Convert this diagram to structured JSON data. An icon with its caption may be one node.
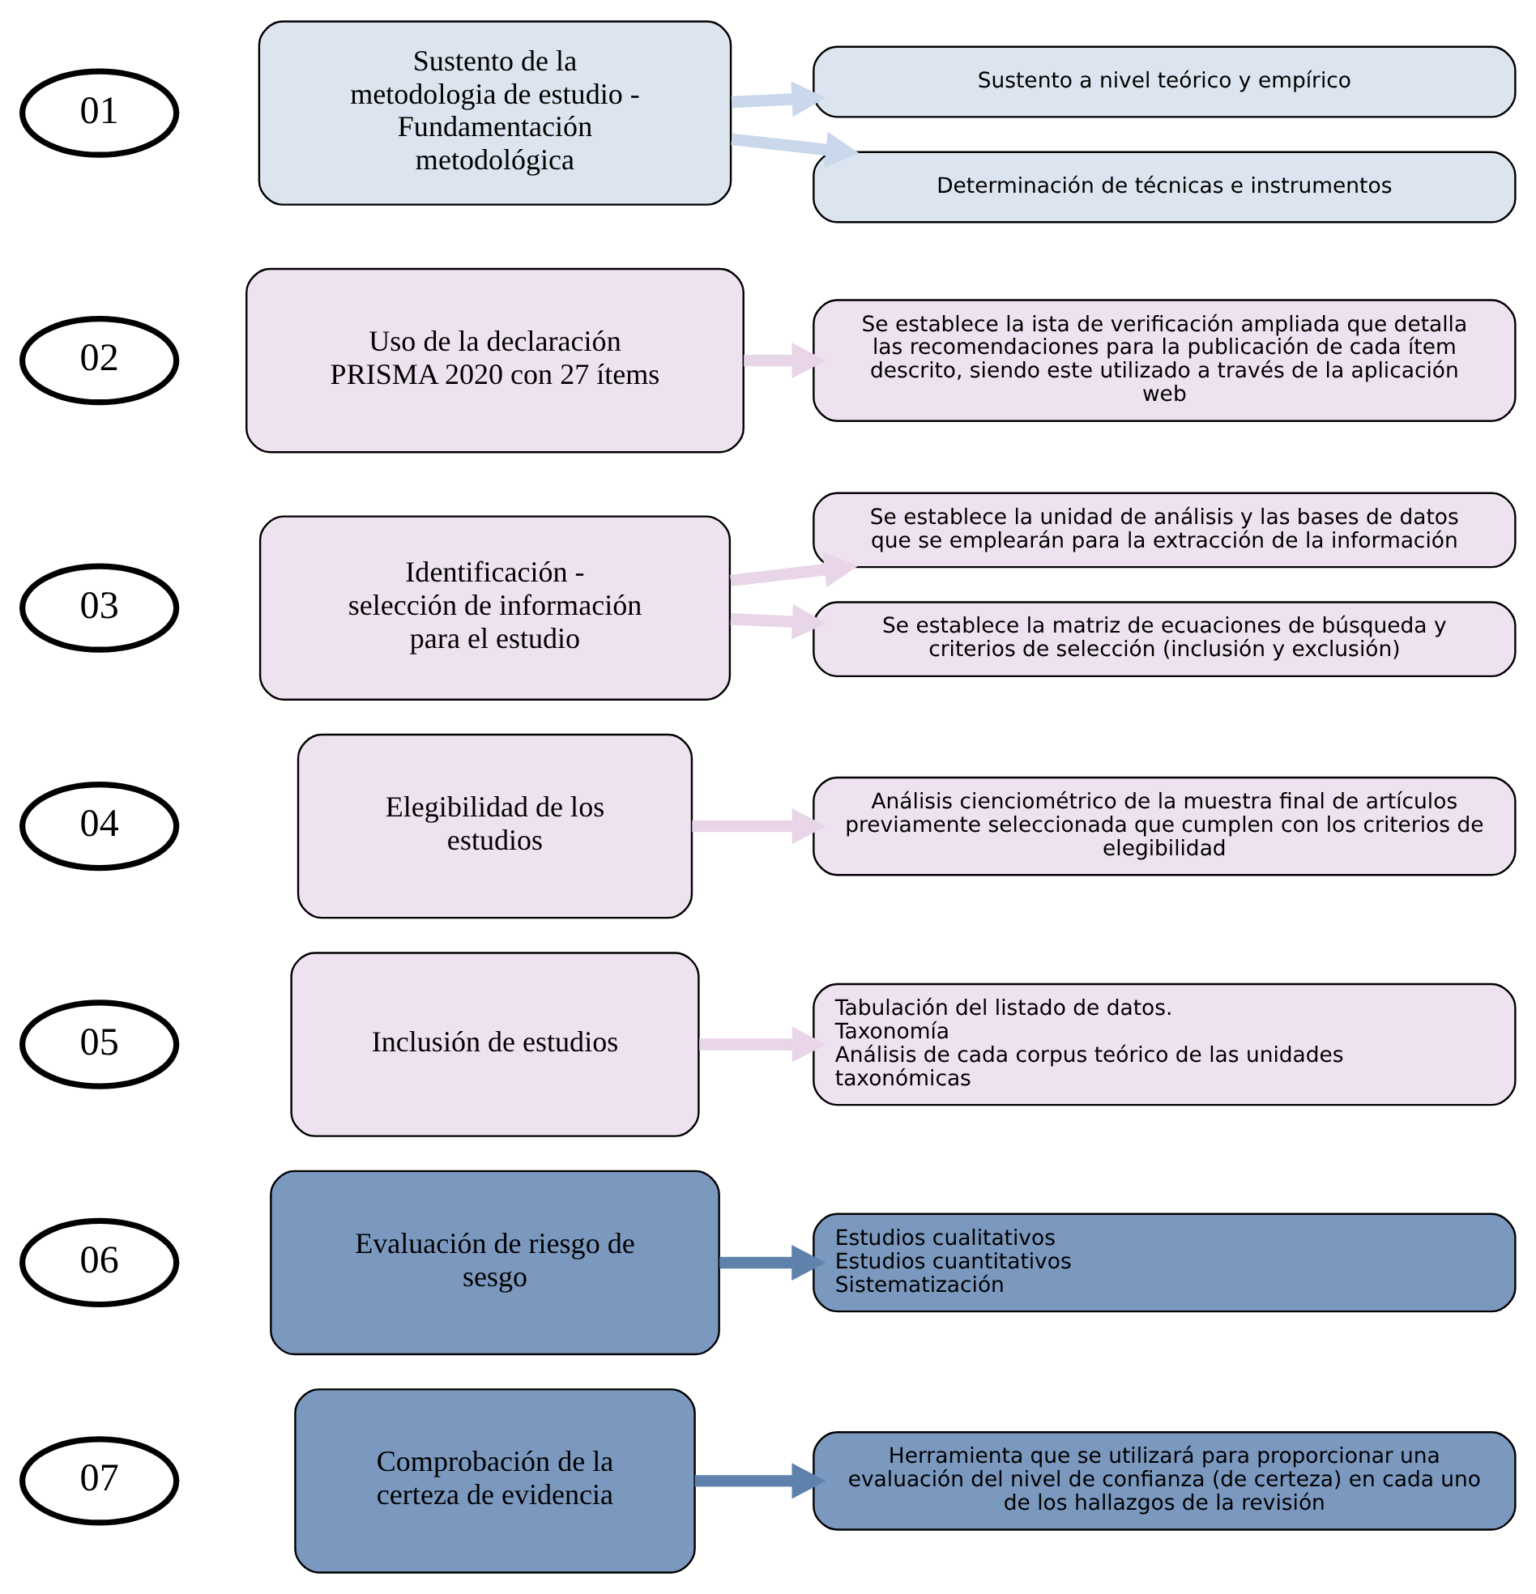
{
  "diagram": {
    "nodes": [
      {
        "text": [
          "01"
        ]
      },
      {
        "text": [
          "Sustento de la metodologia de estudio - Fundamentación metodológica"
        ]
      },
      {
        "text": [
          "Sustento a nivel teórico y empírico"
        ]
      },
      {
        "text": [
          "Determinación de técnicas e instrumentos"
        ]
      },
      {
        "text": [
          "02"
        ]
      },
      {
        "text": [
          "Uso de la declaración PRISMA 2020 con 27 ítems"
        ]
      },
      {
        "text": [
          "Se establece la ista de verificación ampliada que detalla las recomendaciones para la publicación de cada ítem descrito, siendo este utilizado a través de la aplicación web"
        ]
      },
      {
        "text": [
          "03"
        ]
      },
      {
        "text": [
          "Identificación - selección de información para el estudio"
        ]
      },
      {
        "text": [
          "Se establece la unidad de análisis y las bases de datos que se emplearán para la extracción de la información"
        ]
      },
      {
        "text": [
          "Se establece la matriz de ecuaciones de búsqueda y criterios de selección (inclusión y exclusión)"
        ]
      },
      {
        "text": [
          "04"
        ]
      },
      {
        "text": [
          "Elegibilidad de los estudios"
        ]
      },
      {
        "text": [
          "Análisis cienciométrico de la muestra final de artículos previamente seleccionada que cumplen con los criterios de elegibilidad"
        ]
      },
      {
        "text": [
          "05"
        ]
      },
      {
        "text": [
          "Inclusión de estudios"
        ]
      },
      {
        "text": [
          "Tabulación del listado de datos.",
          "Taxonomía",
          "Análisis de cada corpus teórico de las unidades taxonómicas"
        ]
      },
      {
        "text": [
          "06"
        ]
      },
      {
        "text": [
          "Evaluación de riesgo de sesgo"
        ]
      },
      {
        "text": [
          "Estudios cualitativos",
          "Estudios cuantitativos",
          "Sistematización"
        ]
      },
      {
        "text": [
          "07"
        ]
      },
      {
        "text": [
          "Comprobación de la certeza de evidencia"
        ]
      },
      {
        "text": [
          "Herramienta que se utilizará para proporcionar una evaluación del nivel de confianza (de certeza) en cada uno de los hallazgos de la revisión"
        ]
      }
    ],
    "edges": [
      {
        "from": 1,
        "to": 2,
        "arrow": "to",
        "color": "#c9d8ea"
      },
      {
        "from": 1,
        "to": 3,
        "arrow": "to",
        "color": "#c9d8ea"
      },
      {
        "from": 5,
        "to": 6,
        "arrow": "to"
      },
      {
        "from": 8,
        "to": 9,
        "arrow": "to"
      },
      {
        "from": 8,
        "to": 10,
        "arrow": "to"
      },
      {
        "from": 12,
        "to": 13,
        "arrow": "to"
      },
      {
        "from": 15,
        "to": 16,
        "arrow": "to"
      },
      {
        "from": 18,
        "to": 19,
        "arrow": "to",
        "color": "#5f82ad"
      },
      {
        "from": 21,
        "to": 22,
        "arrow": "to",
        "color": "#5f82ad"
      }
    ]
  }
}
